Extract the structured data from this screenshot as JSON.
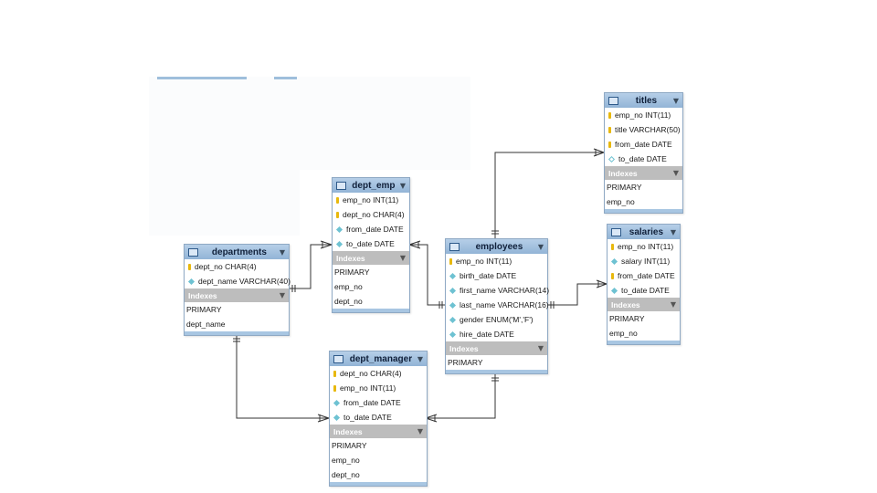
{
  "tables": {
    "titles": {
      "name": "titles",
      "columns": [
        {
          "icon": "key",
          "text": "emp_no INT(11)"
        },
        {
          "icon": "key",
          "text": "title VARCHAR(50)"
        },
        {
          "icon": "key",
          "text": "from_date DATE"
        },
        {
          "icon": "diamond-open",
          "text": "to_date DATE"
        }
      ],
      "indexes_label": "Indexes",
      "indexes": [
        "PRIMARY",
        "emp_no"
      ]
    },
    "dept_emp": {
      "name": "dept_emp",
      "columns": [
        {
          "icon": "key",
          "text": "emp_no INT(11)"
        },
        {
          "icon": "key",
          "text": "dept_no CHAR(4)"
        },
        {
          "icon": "diamond",
          "text": "from_date DATE"
        },
        {
          "icon": "diamond",
          "text": "to_date DATE"
        }
      ],
      "indexes_label": "Indexes",
      "indexes": [
        "PRIMARY",
        "emp_no",
        "dept_no"
      ]
    },
    "salaries": {
      "name": "salaries",
      "columns": [
        {
          "icon": "key",
          "text": "emp_no INT(11)"
        },
        {
          "icon": "diamond",
          "text": "salary INT(11)"
        },
        {
          "icon": "key",
          "text": "from_date DATE"
        },
        {
          "icon": "diamond",
          "text": "to_date DATE"
        }
      ],
      "indexes_label": "Indexes",
      "indexes": [
        "PRIMARY",
        "emp_no"
      ]
    },
    "departments": {
      "name": "departments",
      "columns": [
        {
          "icon": "key",
          "text": "dept_no CHAR(4)"
        },
        {
          "icon": "diamond",
          "text": "dept_name VARCHAR(40)"
        }
      ],
      "indexes_label": "Indexes",
      "indexes": [
        "PRIMARY",
        "dept_name"
      ]
    },
    "employees": {
      "name": "employees",
      "columns": [
        {
          "icon": "key",
          "text": "emp_no INT(11)"
        },
        {
          "icon": "diamond",
          "text": "birth_date DATE"
        },
        {
          "icon": "diamond",
          "text": "first_name VARCHAR(14)"
        },
        {
          "icon": "diamond",
          "text": "last_name VARCHAR(16)"
        },
        {
          "icon": "diamond",
          "text": "gender ENUM('M','F')"
        },
        {
          "icon": "diamond",
          "text": "hire_date DATE"
        }
      ],
      "indexes_label": "Indexes",
      "indexes": [
        "PRIMARY"
      ]
    },
    "dept_manager": {
      "name": "dept_manager",
      "columns": [
        {
          "icon": "key",
          "text": "dept_no CHAR(4)"
        },
        {
          "icon": "key",
          "text": "emp_no INT(11)"
        },
        {
          "icon": "diamond",
          "text": "from_date DATE"
        },
        {
          "icon": "diamond",
          "text": "to_date DATE"
        }
      ],
      "indexes_label": "Indexes",
      "indexes": [
        "PRIMARY",
        "emp_no",
        "dept_no"
      ]
    }
  },
  "relationships": [
    {
      "from": "departments",
      "to": "dept_emp",
      "cardinality": "one-to-many"
    },
    {
      "from": "employees",
      "to": "dept_emp",
      "cardinality": "one-to-many"
    },
    {
      "from": "employees",
      "to": "titles",
      "cardinality": "one-to-many"
    },
    {
      "from": "employees",
      "to": "salaries",
      "cardinality": "one-to-many"
    },
    {
      "from": "employees",
      "to": "dept_manager",
      "cardinality": "one-to-many"
    },
    {
      "from": "departments",
      "to": "dept_manager",
      "cardinality": "one-to-many"
    }
  ],
  "colors": {
    "header": "#9dbcdc",
    "indexes_bar": "#bdbdbd",
    "key_icon": "#e8b80c",
    "column_icon": "#6ec2d2",
    "line": "#333333"
  }
}
